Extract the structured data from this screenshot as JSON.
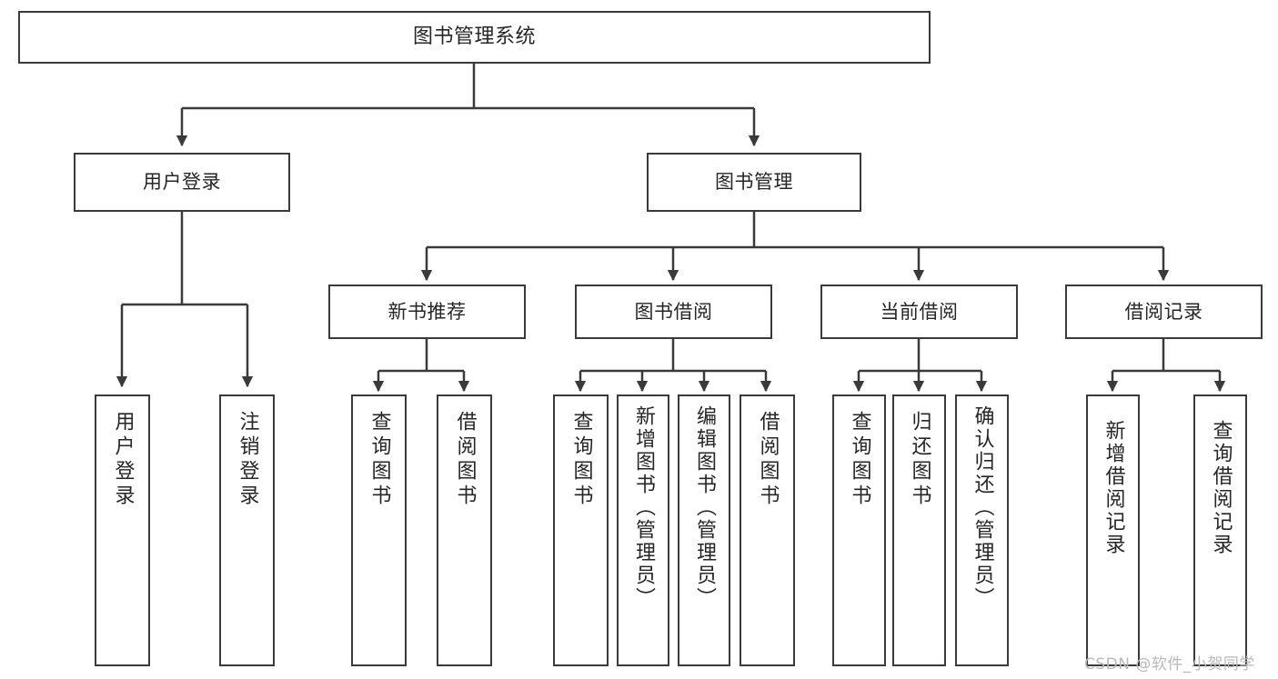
{
  "diagram": {
    "title": "图书管理系统",
    "type": "tree-hierarchy-chart",
    "stroke_color": "#3a3a3a",
    "fill_color": "#ffffff",
    "text_color": "#262626"
  },
  "root": {
    "label": "图书管理系统"
  },
  "level2": [
    {
      "label": "用户登录"
    },
    {
      "label": "图书管理"
    }
  ],
  "level3": [
    {
      "label": "新书推荐"
    },
    {
      "label": "图书借阅"
    },
    {
      "label": "当前借阅"
    },
    {
      "label": "借阅记录"
    }
  ],
  "leaves": {
    "user_login": [
      {
        "label": "用户登录"
      },
      {
        "label": "注销登录"
      }
    ],
    "new_book_recommend": [
      {
        "label": "查询图书"
      },
      {
        "label": "借阅图书"
      }
    ],
    "book_borrow": [
      {
        "label": "查询图书"
      },
      {
        "label": "新增图书（管理员）"
      },
      {
        "label": "编辑图书（管理员）"
      },
      {
        "label": "借阅图书"
      }
    ],
    "current_borrow": [
      {
        "label": "查询图书"
      },
      {
        "label": "归还图书"
      },
      {
        "label": "确认归还（管理员）"
      }
    ],
    "borrow_record": [
      {
        "label": "新增借阅记录"
      },
      {
        "label": "查询借阅记录"
      }
    ]
  },
  "watermark": {
    "text": "CSDN @软件_小贺同学"
  }
}
